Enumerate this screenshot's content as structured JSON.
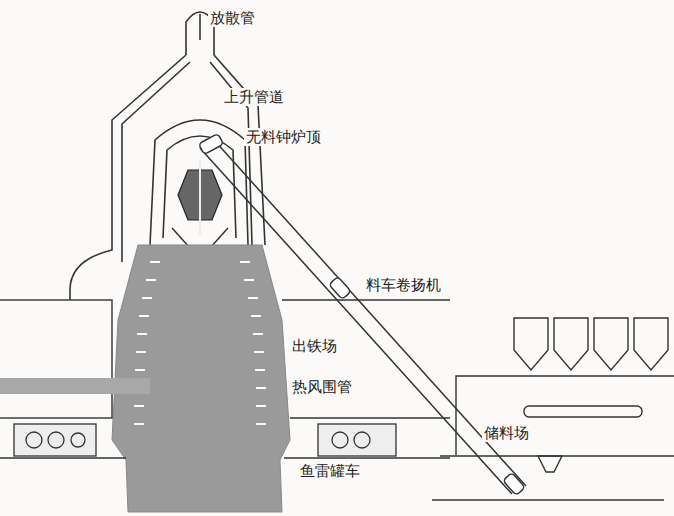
{
  "diagram": {
    "labels": [
      "放散管",
      "上升管道",
      "无料钟炉顶",
      "料车卷扬机",
      "出铁场",
      "热风围管",
      "储料场",
      "鱼雷罐车"
    ]
  }
}
